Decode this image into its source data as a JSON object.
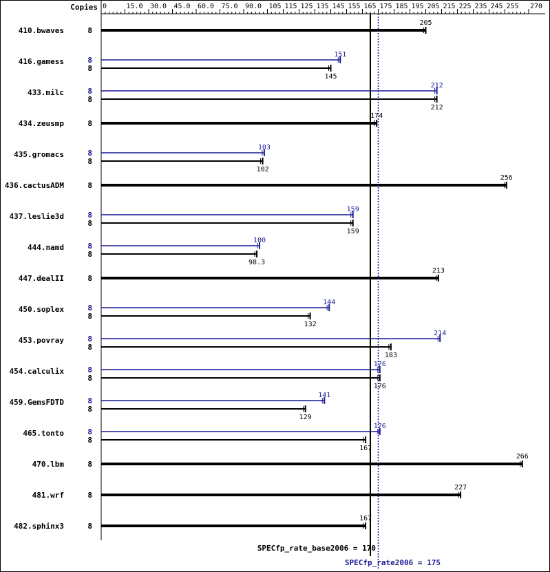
{
  "chart_data": {
    "type": "bar",
    "copies_label": "Copies",
    "x_ticks": [
      0,
      15.0,
      30.0,
      45.0,
      60.0,
      75.0,
      90.0,
      105,
      115,
      125,
      135,
      145,
      155,
      165,
      175,
      185,
      195,
      205,
      215,
      225,
      235,
      245,
      255,
      270
    ],
    "x_tick_labels": [
      "0",
      "15.0",
      "30.0",
      "45.0",
      "60.0",
      "75.0",
      "90.0",
      "105",
      "115",
      "125",
      "135",
      "145",
      "155",
      "165",
      "175",
      "185",
      "195",
      "205",
      "215",
      "225",
      "235",
      "245",
      "255",
      "270"
    ],
    "xlim": [
      0,
      271
    ],
    "colors": {
      "base": "#000000",
      "peak": "#191996"
    },
    "benchmarks": [
      {
        "name": "410.bwaves",
        "base": {
          "copies": "8",
          "value": 205,
          "label": "205"
        }
      },
      {
        "name": "416.gamess",
        "peak": {
          "copies": "8",
          "value": 151,
          "label": "151"
        },
        "base": {
          "copies": "8",
          "value": 145,
          "label": "145"
        }
      },
      {
        "name": "433.milc",
        "peak": {
          "copies": "8",
          "value": 212,
          "label": "212"
        },
        "base": {
          "copies": "8",
          "value": 212,
          "label": "212"
        }
      },
      {
        "name": "434.zeusmp",
        "base": {
          "copies": "8",
          "value": 174,
          "label": "174"
        }
      },
      {
        "name": "435.gromacs",
        "peak": {
          "copies": "8",
          "value": 103,
          "label": "103"
        },
        "base": {
          "copies": "8",
          "value": 102,
          "label": "102"
        }
      },
      {
        "name": "436.cactusADM",
        "base": {
          "copies": "8",
          "value": 256,
          "label": "256"
        }
      },
      {
        "name": "437.leslie3d",
        "peak": {
          "copies": "8",
          "value": 159,
          "label": "159"
        },
        "base": {
          "copies": "8",
          "value": 159,
          "label": "159"
        }
      },
      {
        "name": "444.namd",
        "peak": {
          "copies": "8",
          "value": 100,
          "label": "100"
        },
        "base": {
          "copies": "8",
          "value": 98.3,
          "label": "98.3"
        }
      },
      {
        "name": "447.dealII",
        "base": {
          "copies": "8",
          "value": 213,
          "label": "213"
        }
      },
      {
        "name": "450.soplex",
        "peak": {
          "copies": "8",
          "value": 144,
          "label": "144"
        },
        "base": {
          "copies": "8",
          "value": 132,
          "label": "132"
        }
      },
      {
        "name": "453.povray",
        "peak": {
          "copies": "8",
          "value": 214,
          "label": "214"
        },
        "base": {
          "copies": "8",
          "value": 183,
          "label": "183"
        }
      },
      {
        "name": "454.calculix",
        "peak": {
          "copies": "8",
          "value": 176,
          "label": "176"
        },
        "base": {
          "copies": "8",
          "value": 176,
          "label": "176"
        }
      },
      {
        "name": "459.GemsFDTD",
        "peak": {
          "copies": "8",
          "value": 141,
          "label": "141"
        },
        "base": {
          "copies": "8",
          "value": 129,
          "label": "129"
        }
      },
      {
        "name": "465.tonto",
        "peak": {
          "copies": "8",
          "value": 176,
          "label": "176"
        },
        "base": {
          "copies": "8",
          "value": 167,
          "label": "167"
        }
      },
      {
        "name": "470.lbm",
        "base": {
          "copies": "8",
          "value": 266,
          "label": "266"
        }
      },
      {
        "name": "481.wrf",
        "base": {
          "copies": "8",
          "value": 227,
          "label": "227"
        }
      },
      {
        "name": "482.sphinx3",
        "base": {
          "copies": "8",
          "value": 167,
          "label": "167"
        }
      }
    ],
    "reference_lines": {
      "base": {
        "value": 170,
        "label": "SPECfp_rate_base2006 = 170"
      },
      "peak": {
        "value": 175,
        "label": "SPECfp_rate2006 = 175"
      }
    }
  }
}
